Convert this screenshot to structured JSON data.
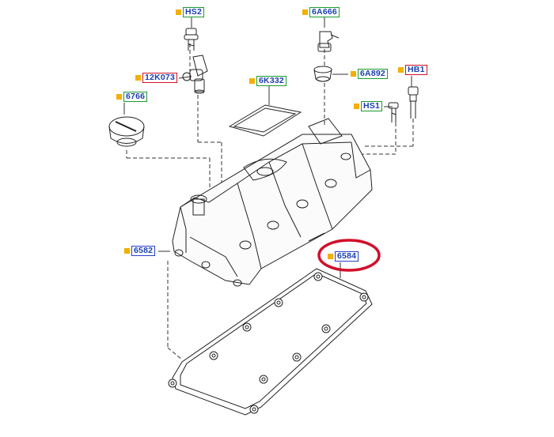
{
  "diagram": {
    "callouts": [
      {
        "id": "HS2",
        "border": "green"
      },
      {
        "id": "6A666",
        "border": "green"
      },
      {
        "id": "12K073",
        "border": "red"
      },
      {
        "id": "6K332",
        "border": "green"
      },
      {
        "id": "6A892",
        "border": "green"
      },
      {
        "id": "HB1",
        "border": "red"
      },
      {
        "id": "6766",
        "border": "green"
      },
      {
        "id": "HS1",
        "border": "green"
      },
      {
        "id": "6582",
        "border": "blue"
      },
      {
        "id": "6584",
        "border": "blue"
      }
    ],
    "highlight_color": "#d0102a",
    "marker_color": "#f2b000"
  }
}
